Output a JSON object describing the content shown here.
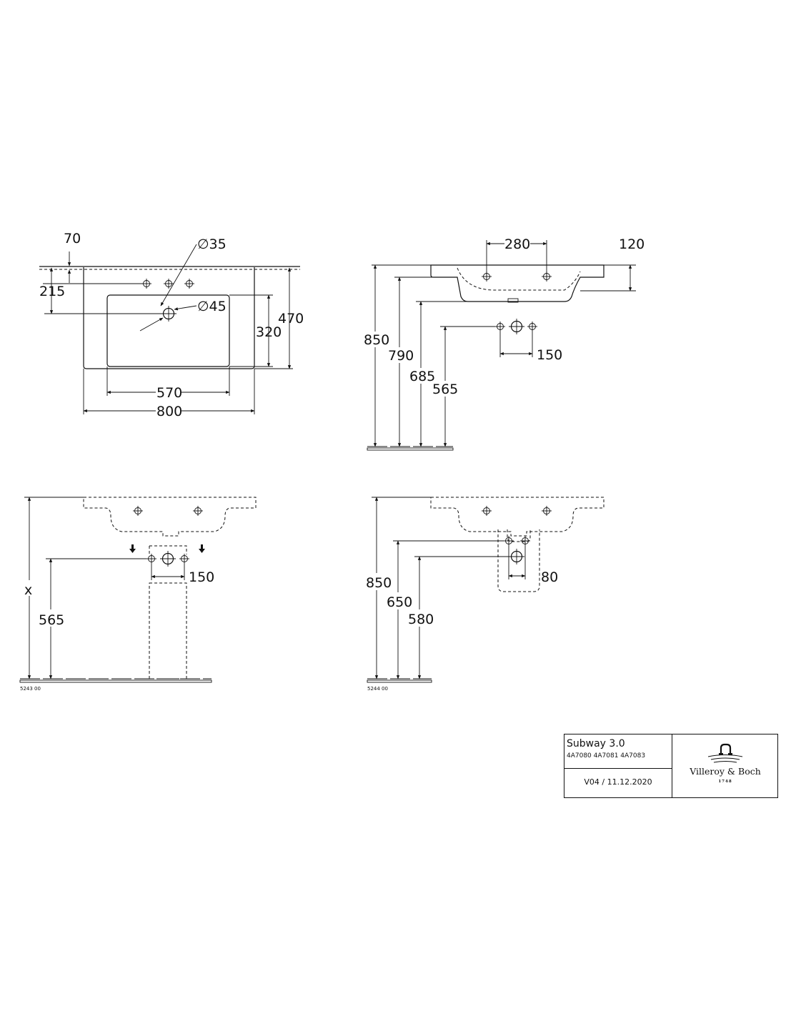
{
  "views": {
    "top": {
      "dims": [
        "70",
        "215",
        "470",
        "320",
        "570",
        "800"
      ],
      "hole_diameters": [
        "∅35",
        "∅45"
      ]
    },
    "side": {
      "dims": [
        "280",
        "120",
        "850",
        "790",
        "685",
        "565",
        "150"
      ]
    },
    "front_left": {
      "dims": [
        "x",
        "565",
        "150"
      ],
      "code": "5243 00"
    },
    "front_right": {
      "dims": [
        "850",
        "650",
        "580",
        "80"
      ],
      "code": "5244 00"
    }
  },
  "title_block": {
    "product": "Subway 3.0",
    "article_numbers": "4A7080 4A7081 4A7083",
    "version": "V04 / 11.12.2020",
    "brand": "Villeroy & Boch",
    "brand_year": "1748"
  },
  "icons": [
    "pipe-tap-logo-icon",
    "arrow-down-icon"
  ]
}
